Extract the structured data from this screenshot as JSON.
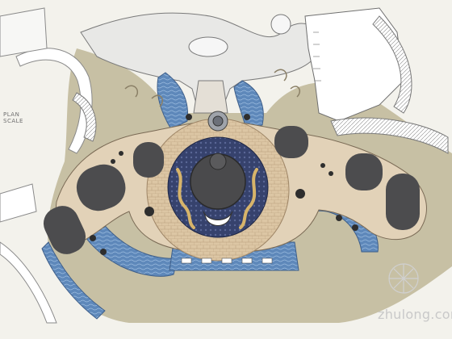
{
  "drawing": {
    "label_lines": [
      "PLAN",
      "SCALE"
    ]
  },
  "watermark": {
    "text": "zhulong.com"
  },
  "palette": {
    "paper": "#f3f2ec",
    "ground": "#c9c2a6",
    "plaza_paving": "#e2d2b8",
    "brick_paving": "#d9c3a2",
    "water": "#5b86b8",
    "water_light": "#8fb3d9",
    "pavilion_roof": "#4c4c4e",
    "planting": "#2f3b63",
    "line": "#6a6a6a"
  }
}
